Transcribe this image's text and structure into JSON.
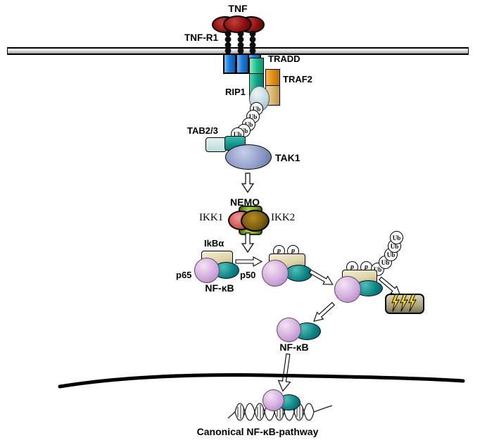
{
  "diagram": {
    "title": "Canonical NF-κB-pathway",
    "labels": {
      "tnf": "TNF",
      "tnf_r1": "TNF-R1",
      "tradd": "TRADD",
      "traf2": "TRAF2",
      "rip1": "RIP1",
      "tab23": "TAB2/3",
      "tak1": "TAK1",
      "nemo": "NEMO",
      "ikk1": "IKK1",
      "ikk2": "IKK2",
      "ikba": "IkBα",
      "p65": "p65",
      "p50": "p50",
      "nfkb": "NF-κB",
      "nfkb_released": "NF-κB",
      "ub": "Ub",
      "phospho": "p",
      "caption": "Canonical NF-κB-pathway"
    },
    "colors": {
      "tnf_ligand": "#8D0F0F",
      "membrane": "#C9C9C9",
      "receptor_blue": "#1E7ED8",
      "tradd_green": "#0BA184",
      "traf2_orange": "#E0890A",
      "rip1_gray": "#BCD6DC",
      "tab23_teal": "#0E938C",
      "tak1_slate": "#8A98C4",
      "nemo_green": "#7FA82E",
      "ikk1_red": "#D15C5C",
      "ikk2_brown": "#7C5C0E",
      "ikba_khaki": "#DED5A8",
      "p65_plum": "#D3ABDD",
      "p50_teal": "#0E8484",
      "degradation_box": "#A9A27D",
      "lightning_yellow": "#FFD700"
    }
  }
}
